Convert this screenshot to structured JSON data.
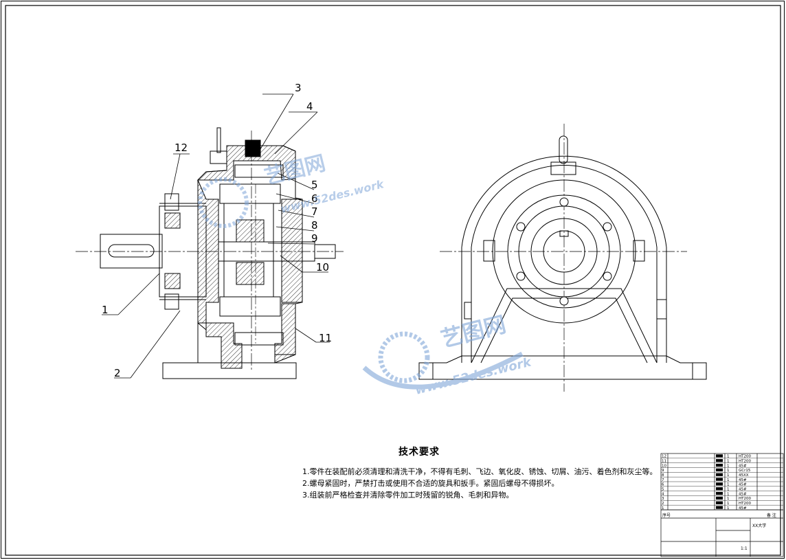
{
  "colors": {
    "ink": "#000000",
    "watermark": "#7fa6d8"
  },
  "balloons": [
    "1",
    "2",
    "3",
    "4",
    "5",
    "6",
    "7",
    "8",
    "9",
    "10",
    "11",
    "12"
  ],
  "technical_requirements": {
    "title": "技术要求",
    "items": [
      "1.零件在装配前必须清理和清洗干净，不得有毛刺、飞边、氧化皮、锈蚀、切屑、油污、着色剂和灰尘等。",
      "2.螺母紧固时，严禁打击或使用不合适的旋具和扳手。紧固后螺母不得损坏。",
      "3.组装前严格检查并清除零件加工时残留的锐角、毛刺和异物。"
    ]
  },
  "watermark": {
    "logo": "艺图网",
    "url": "www.52des.work"
  },
  "parts_list": {
    "rows": [
      {
        "no": "12",
        "qty": "1",
        "material": "HT200"
      },
      {
        "no": "11",
        "qty": "1",
        "material": "HT200"
      },
      {
        "no": "10",
        "qty": "1",
        "material": "45#"
      },
      {
        "no": "9",
        "qty": "1",
        "material": "GCr15"
      },
      {
        "no": "8",
        "qty": "1",
        "material": "45XX"
      },
      {
        "no": "7",
        "qty": "1",
        "material": "45#"
      },
      {
        "no": "6",
        "qty": "1",
        "material": "45#"
      },
      {
        "no": "5",
        "qty": "1",
        "material": "45#"
      },
      {
        "no": "4",
        "qty": "1",
        "material": "45#"
      },
      {
        "no": "3",
        "qty": "1",
        "material": "HT200"
      },
      {
        "no": "2",
        "qty": "1",
        "material": "HT200"
      },
      {
        "no": "1",
        "qty": "1",
        "material": "45#"
      }
    ],
    "footer_left": "序号",
    "footer_right": "备 注"
  },
  "title_block": {
    "school": "XX大学",
    "scale": "1:1"
  }
}
